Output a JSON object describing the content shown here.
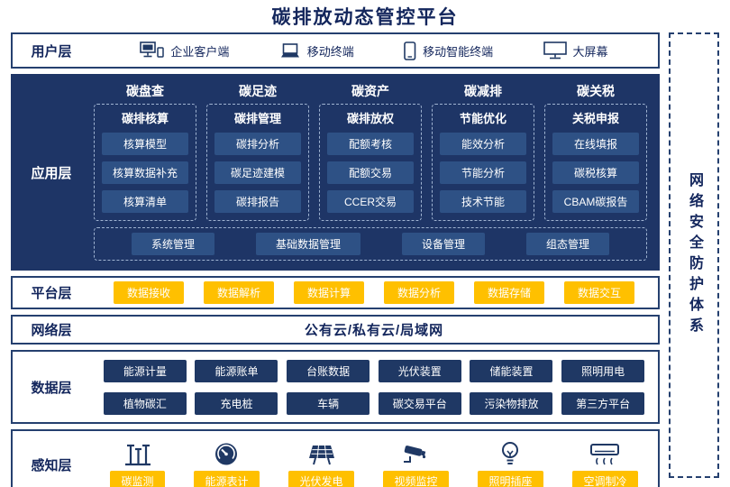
{
  "title": "碳排放动态管控平台",
  "security": {
    "label": "网络安全防护体系"
  },
  "colors": {
    "navy": "#1e3566",
    "button_navy": "#1f3864",
    "app_button": "#2e5185",
    "yellow": "#ffc000"
  },
  "layers": {
    "user": {
      "label": "用户层",
      "items": [
        {
          "label": "企业客户端",
          "icon": "desktop-devices-icon"
        },
        {
          "label": "移动终端",
          "icon": "laptop-icon"
        },
        {
          "label": "移动智能终端",
          "icon": "smartphone-icon"
        },
        {
          "label": "大屏幕",
          "icon": "big-screen-icon"
        }
      ]
    },
    "application": {
      "label": "应用层",
      "columns": [
        {
          "header": "碳盘查",
          "subheader": "碳排核算",
          "items": [
            "核算模型",
            "核算数据补充",
            "核算清单"
          ]
        },
        {
          "header": "碳足迹",
          "subheader": "碳排管理",
          "items": [
            "碳排分析",
            "碳足迹建模",
            "碳排报告"
          ]
        },
        {
          "header": "碳资产",
          "subheader": "碳排放权",
          "items": [
            "配额考核",
            "配额交易",
            "CCER交易"
          ]
        },
        {
          "header": "碳减排",
          "subheader": "节能优化",
          "items": [
            "能效分析",
            "节能分析",
            "技术节能"
          ]
        },
        {
          "header": "碳关税",
          "subheader": "关税申报",
          "items": [
            "在线填报",
            "碳税核算",
            "CBAM碳报告"
          ]
        }
      ],
      "bottom_items": [
        "系统管理",
        "基础数据管理",
        "设备管理",
        "组态管理"
      ]
    },
    "platform": {
      "label": "平台层",
      "items": [
        "数据接收",
        "数据解析",
        "数据计算",
        "数据分析",
        "数据存储",
        "数据交互"
      ]
    },
    "network": {
      "label": "网络层",
      "content": "公有云/私有云/局域网"
    },
    "data": {
      "label": "数据层",
      "rows": [
        [
          "能源计量",
          "能源账单",
          "台账数据",
          "光伏装置",
          "储能装置",
          "照明用电"
        ],
        [
          "植物碳汇",
          "充电桩",
          "车辆",
          "碳交易平台",
          "污染物排放",
          "第三方平台"
        ]
      ]
    },
    "perception": {
      "label": "感知层",
      "items": [
        {
          "label": "碳监测",
          "icon": "factory-icon"
        },
        {
          "label": "能源表计",
          "icon": "gauge-icon"
        },
        {
          "label": "光伏发电",
          "icon": "solar-panel-icon"
        },
        {
          "label": "视频监控",
          "icon": "cctv-camera-icon"
        },
        {
          "label": "照明插座",
          "icon": "light-bulb-icon"
        },
        {
          "label": "空调制冷",
          "icon": "air-conditioner-icon"
        }
      ]
    }
  }
}
